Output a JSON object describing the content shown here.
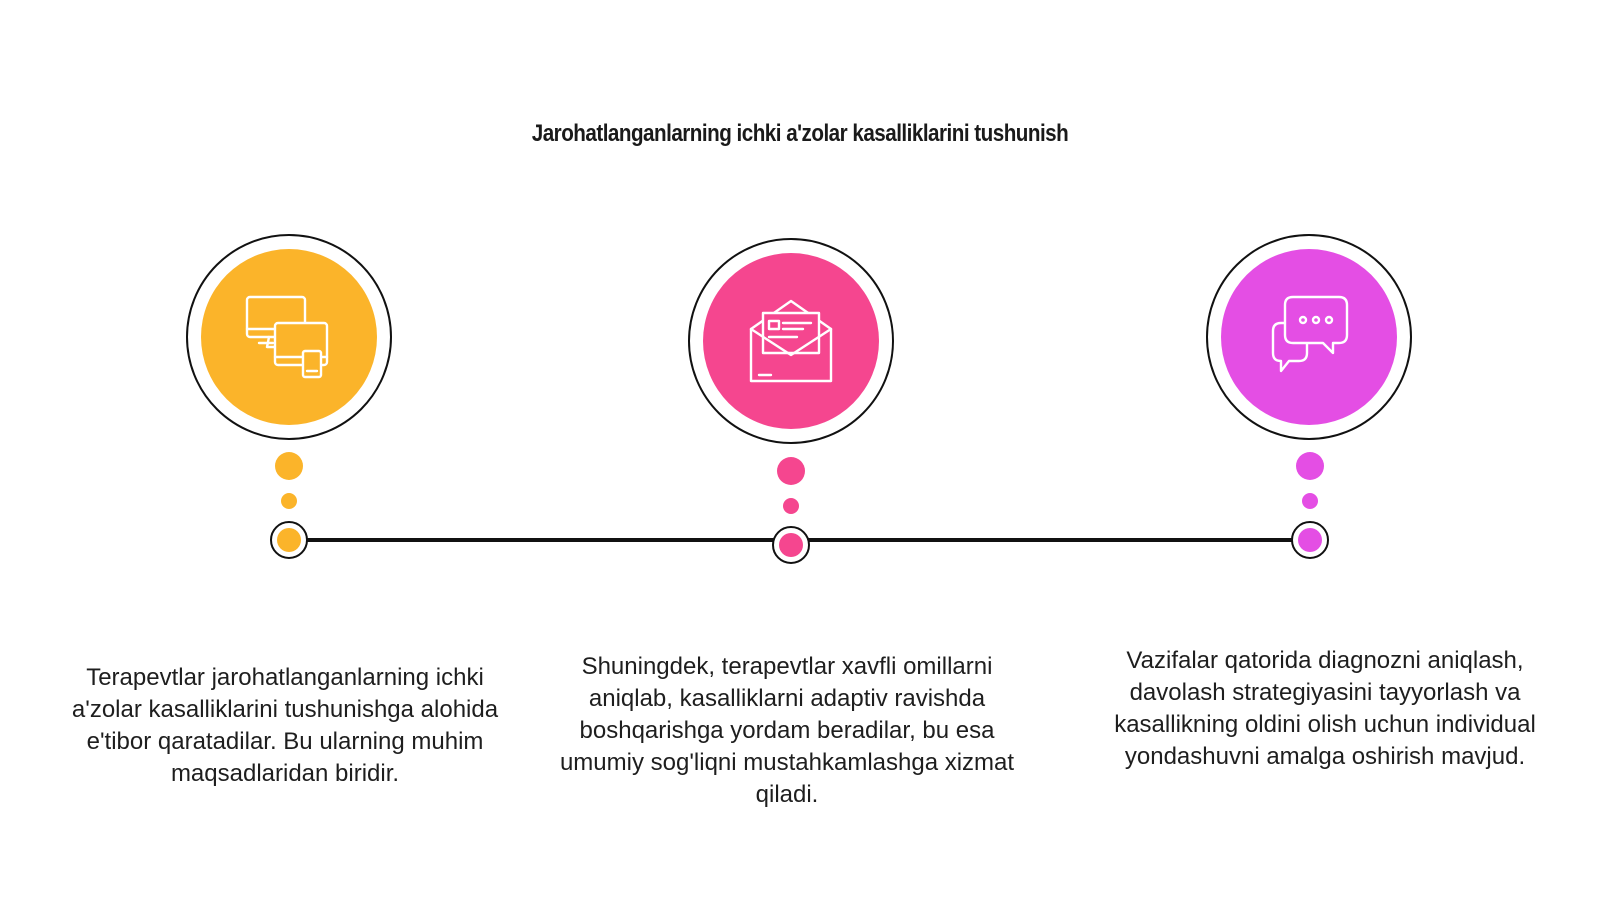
{
  "title": "Jarohatlanganlarning ichki a'zolar kasalliklarini tushunish",
  "steps": [
    {
      "icon": "devices-icon",
      "color": "#fbb42a",
      "text": "Terapevtlar jarohatlanganlarning ichki a'zolar kasalliklarini tushunishga alohida e'tibor qaratadilar. Bu ularning muhim maqsadlaridan biridir."
    },
    {
      "icon": "envelope-letter-icon",
      "color": "#f5468f",
      "text": "Shuningdek, terapevtlar xavfli omillarni aniqlab, kasalliklarni adaptiv ravishda boshqarishga yordam beradilar, bu esa umumiy sog'liqni mustahkamlashga xizmat qiladi."
    },
    {
      "icon": "chat-bubbles-icon",
      "color": "#e44ee4",
      "text": "Vazifalar qatorida diagnozni aniqlash, davolash strategiyasini tayyorlash va kasallikning oldini olish uchun individual yondashuvni amalga oshirish mavjud."
    }
  ]
}
